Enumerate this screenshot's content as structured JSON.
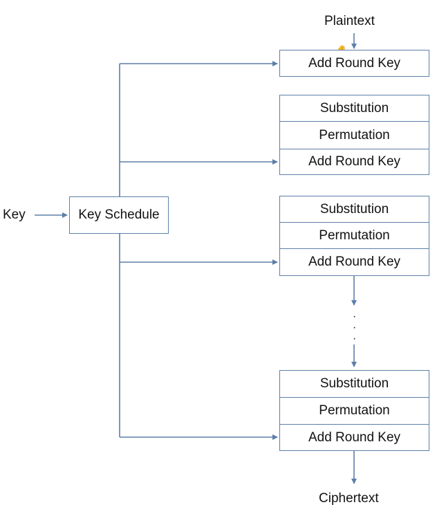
{
  "diagram": {
    "input_label": "Plaintext",
    "output_label": "Ciphertext",
    "key_label": "Key",
    "key_schedule_label": "Key Schedule",
    "round0": {
      "add_round_key": "Add Round Key"
    },
    "round1": {
      "substitution": "Substitution",
      "permutation": "Permutation",
      "add_round_key": "Add Round Key"
    },
    "round2": {
      "substitution": "Substitution",
      "permutation": "Permutation",
      "add_round_key": "Add Round Key"
    },
    "final_round": {
      "substitution": "Substitution",
      "permutation": "Permutation",
      "add_round_key": "Add Round Key"
    },
    "ellipsis_dots": [
      "·",
      "·",
      "·"
    ],
    "line_color": "#5b7fa8"
  }
}
